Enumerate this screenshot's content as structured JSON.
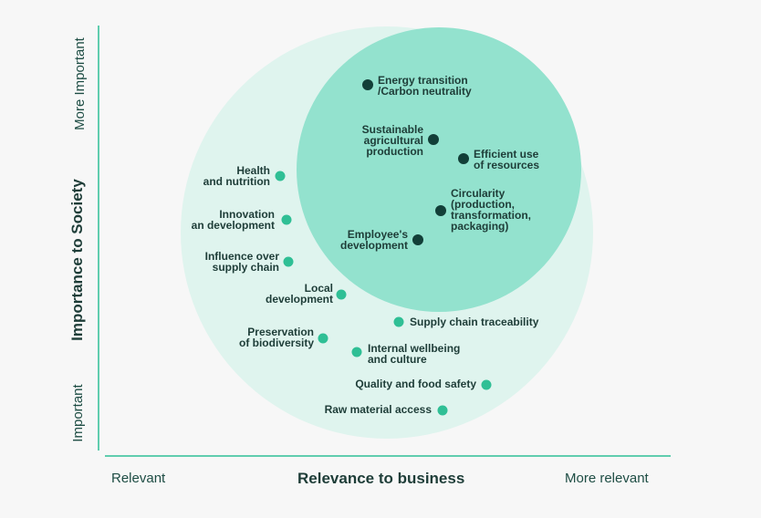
{
  "colors": {
    "outer_circle": "#dff4ee",
    "inner_circle": "#93e2ce",
    "dot_light": "#2fbf95",
    "dot_dark": "#123f38",
    "axis_line": "#2fbf95",
    "text": "#1e3d38"
  },
  "y_axis": {
    "title": "Importance to Society",
    "top_label": "More Important",
    "bottom_label": "Important"
  },
  "x_axis": {
    "title": "Relevance to business",
    "left_label": "Relevant",
    "right_label": "More relevant"
  },
  "topics": [
    {
      "id": "energy",
      "label": "Energy transition\n/Carbon neutrality",
      "group": "inner"
    },
    {
      "id": "agri",
      "label": "Sustainable\nagricultural\nproduction",
      "group": "inner"
    },
    {
      "id": "resources",
      "label": "Efficient use\nof resources",
      "group": "inner"
    },
    {
      "id": "circularity",
      "label": "Circularity\n(production,\ntransformation,\npackaging)",
      "group": "inner"
    },
    {
      "id": "employee",
      "label": "Employee's\ndevelopment",
      "group": "inner"
    },
    {
      "id": "health",
      "label": "Health\nand nutrition",
      "group": "outer"
    },
    {
      "id": "innovation",
      "label": "Innovation\nan development",
      "group": "outer"
    },
    {
      "id": "influence",
      "label": "Influence over\nsupply chain",
      "group": "outer"
    },
    {
      "id": "local",
      "label": "Local\ndevelopment",
      "group": "outer"
    },
    {
      "id": "preservation",
      "label": "Preservation\nof biodiversity",
      "group": "outer"
    },
    {
      "id": "traceability",
      "label": "Supply chain traceability",
      "group": "outer"
    },
    {
      "id": "wellbeing",
      "label": "Internal wellbeing\nand culture",
      "group": "outer"
    },
    {
      "id": "quality",
      "label": "Quality and food safety",
      "group": "outer"
    },
    {
      "id": "rawmaterial",
      "label": "Raw material access",
      "group": "outer"
    }
  ]
}
